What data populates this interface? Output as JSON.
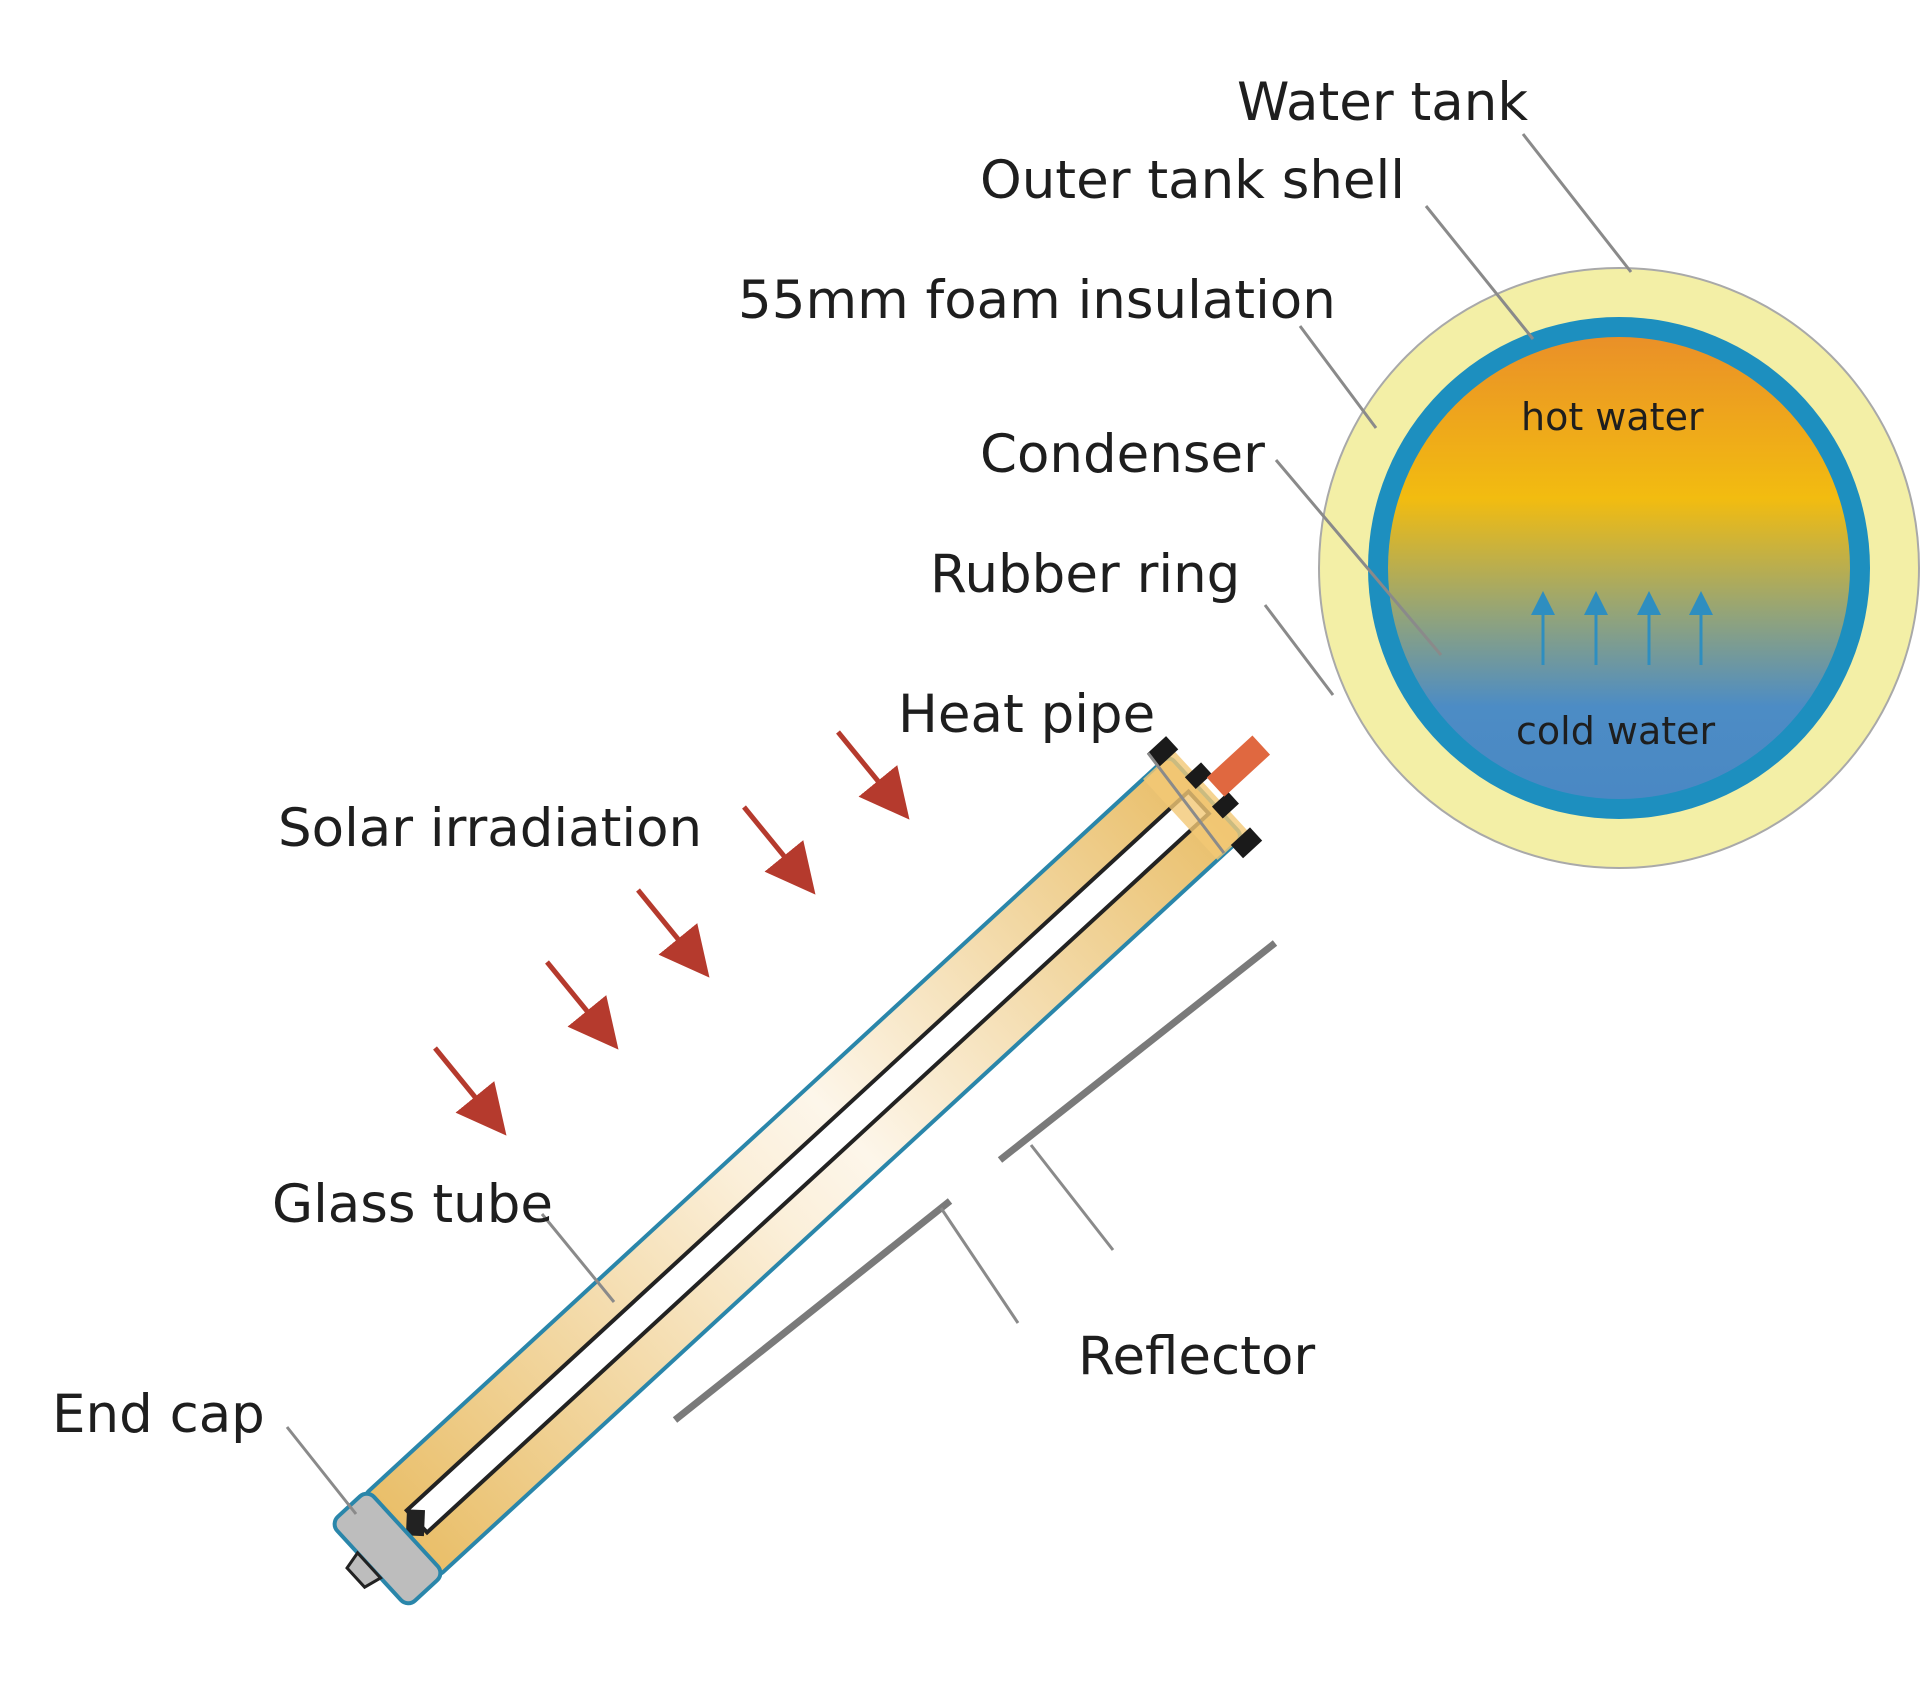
{
  "labels": {
    "water_tank": "Water tank",
    "outer_tank_shell": "Outer tank shell",
    "foam_insulation": "55mm foam insulation",
    "condenser": "Condenser",
    "rubber_ring": "Rubber ring",
    "heat_pipe": "Heat pipe",
    "solar_irradiation": "Solar irradiation",
    "glass_tube": "Glass tube",
    "end_cap": "End cap",
    "reflector": "Reflector",
    "hot_water": "hot water",
    "cold_water": "cold water"
  },
  "colors": {
    "insulation": "#f3efa6",
    "shell": "#1d8fbf",
    "hot": "#eb9a24",
    "warm": "#f2bc10",
    "cold": "#4c8cc5",
    "tube_outline": "#2a86aa",
    "tube_fill": "#ecc676",
    "sun_arrow": "#b53a2d",
    "leader": "#8a8a8a",
    "reflector": "#7a7a7a",
    "condenser_tip": "#e06840"
  }
}
